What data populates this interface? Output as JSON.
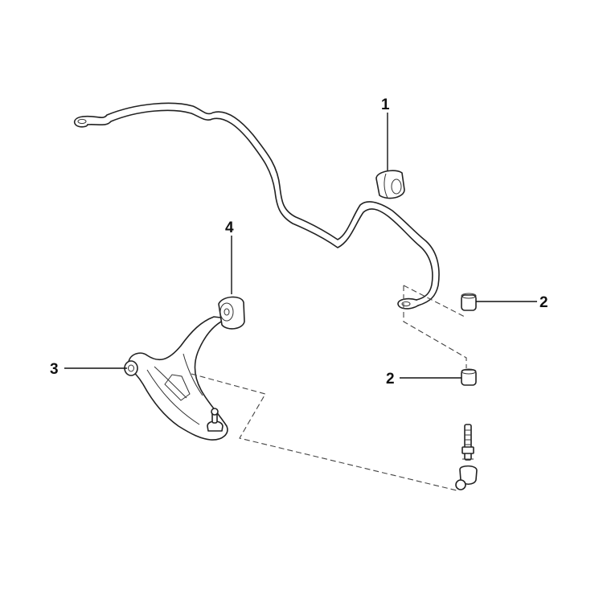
{
  "callouts": [
    {
      "id": "1",
      "label": "1"
    },
    {
      "id": "2a",
      "label": "2"
    },
    {
      "id": "2b",
      "label": "2"
    },
    {
      "id": "3",
      "label": "3"
    },
    {
      "id": "4",
      "label": "4"
    }
  ]
}
